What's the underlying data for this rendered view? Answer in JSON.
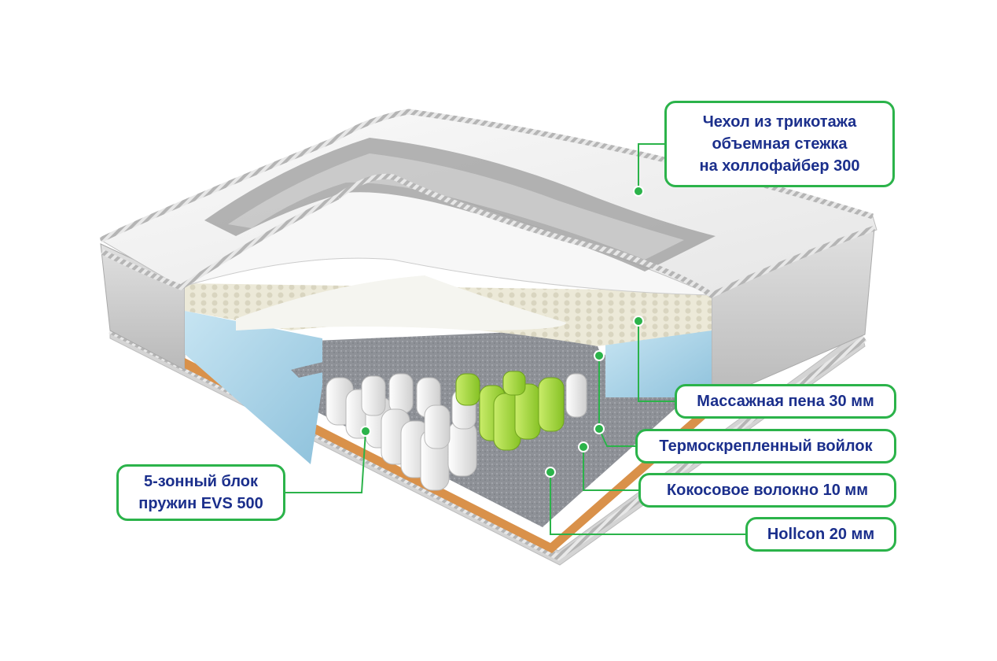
{
  "callouts": {
    "cover": {
      "line1": "Чехол из трикотажа",
      "line2": "объемная стежка",
      "line3": "на холлофайбер 300"
    },
    "massage_foam": "Массажная пена 30 мм",
    "felt": "Термоскрепленный войлок",
    "coconut": "Кокосовое волокно 10 мм",
    "hollcon": "Hollcon 20 мм",
    "springs": {
      "line1": "5-зонный блок",
      "line2": "пружин EVS 500"
    }
  },
  "colors": {
    "callout_border": "#2bb34a",
    "callout_text": "#1b2f8c",
    "leader_line": "#2bb34a",
    "blue_foam": "#a9d3e8",
    "coconut": "#d9914a",
    "felt": "#8d9096",
    "green_springs": "#9fd33a",
    "white_springs": "#f2f2f2",
    "side_fabric": "#c9c9c9"
  },
  "illustration": "mattress-cutaway"
}
